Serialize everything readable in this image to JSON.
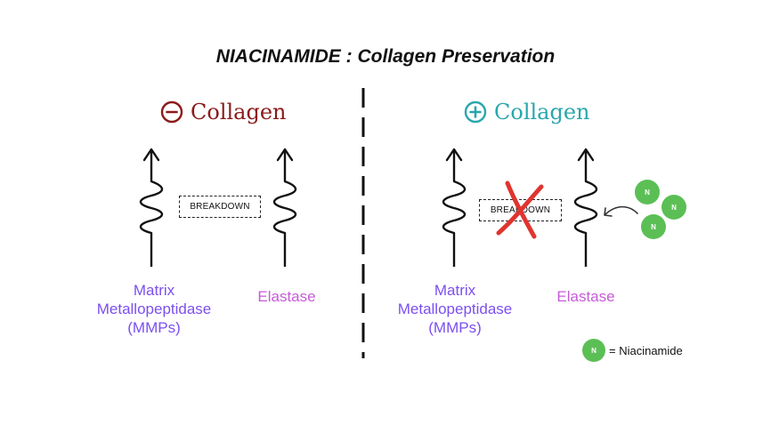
{
  "title": "NIACINAMIDE : Collagen Preservation",
  "left_panel": {
    "heading": "Collagen",
    "sign_icon": "minus-circle-icon",
    "box_label": "BREAKDOWN",
    "mmp_label": [
      "Matrix",
      "Metallopeptidase",
      "(MMPs)"
    ],
    "elastase_label": "Elastase"
  },
  "right_panel": {
    "heading": "Collagen",
    "sign_icon": "plus-circle-icon",
    "box_label": "BREAKDOWN",
    "mmp_label": [
      "Matrix",
      "Metallopeptidase",
      "(MMPs)"
    ],
    "elastase_label": "Elastase",
    "molecule_glyph": "N"
  },
  "legend": {
    "glyph": "N",
    "text": "= Niacinamide"
  },
  "colors": {
    "negative": "#8b1a1a",
    "positive": "#2aa7ad",
    "mmp": "#7b4ff0",
    "elastase": "#c65bd8",
    "molecule": "#5bbf55",
    "cross": "#e0342f"
  }
}
